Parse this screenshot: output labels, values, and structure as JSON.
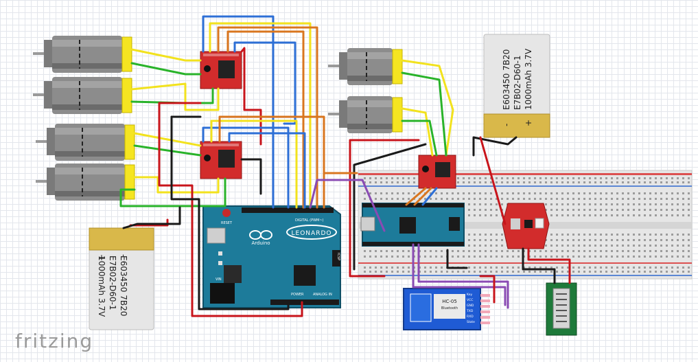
{
  "app": {
    "logo_text": "fritzing"
  },
  "batteries": {
    "left": {
      "line1": "E603450 7B20",
      "line2": "E7B02-D60-1",
      "line3": "1000mAh 3.7V",
      "plus": "+",
      "minus": "-"
    },
    "right": {
      "line1": "E603450 7B20",
      "line2": "E7B02-D60-1",
      "line3": "1000mAh 3.7V",
      "plus": "+",
      "minus": "-"
    }
  },
  "arduino_leonardo": {
    "logo": "LEONARDO",
    "brand": "Arduino",
    "reset_label": "RESET",
    "digital_label": "DIGITAL (PWM~)",
    "power_label": "POWER",
    "analog_label": "ANALOG IN",
    "icsp_label": "ICSP",
    "vin_label": "VIN"
  },
  "bluetooth_module": {
    "title": "HC-05",
    "subtitle": "Bluetooth",
    "pins": [
      "Key",
      "VCC",
      "GND",
      "TXD",
      "RXD",
      "State"
    ]
  },
  "colors": {
    "wire_red": "#c8141b",
    "wire_black": "#1a1a1a",
    "wire_yellow": "#f2e21e",
    "wire_green": "#29b32a",
    "wire_blue": "#2d6fd6",
    "wire_orange": "#d9761f",
    "wire_purple": "#8a4bb3",
    "board_teal": "#1d7b9a",
    "board_red": "#d22c2c",
    "battery_gold": "#d9b84a",
    "motor_yellow": "#f5e521"
  }
}
